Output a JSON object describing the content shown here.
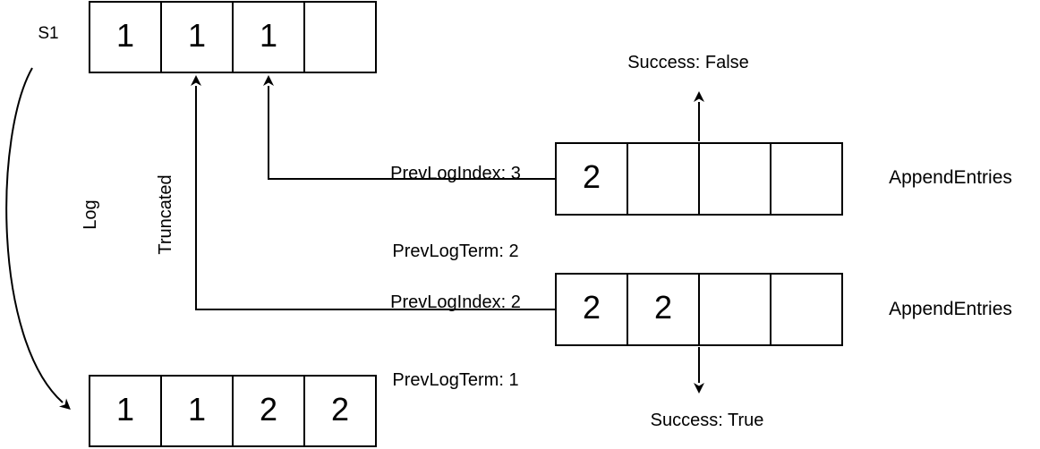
{
  "colors": {
    "stroke": "#000000",
    "background": "#ffffff",
    "text": "#000000"
  },
  "labels": {
    "s1": "S1",
    "log_truncated": [
      "Log",
      "Truncated"
    ],
    "append_entries": "AppendEntries"
  },
  "logs": {
    "s1_before": {
      "cells": [
        "1",
        "1",
        "1",
        ""
      ]
    },
    "s1_after": {
      "cells": [
        "1",
        "1",
        "2",
        "2"
      ]
    }
  },
  "rpcs": [
    {
      "name": "AppendEntries",
      "entries": [
        "2",
        "",
        "",
        ""
      ],
      "prev_log_index_label": "PrevLogIndex: 3",
      "prev_log_term_label": "PrevLogTerm: 2",
      "result_label": "Success: False"
    },
    {
      "name": "AppendEntries",
      "entries": [
        "2",
        "2",
        "",
        ""
      ],
      "prev_log_index_label": "PrevLogIndex: 2",
      "prev_log_term_label": "PrevLogTerm: 1",
      "result_label": "Success: True"
    }
  ]
}
